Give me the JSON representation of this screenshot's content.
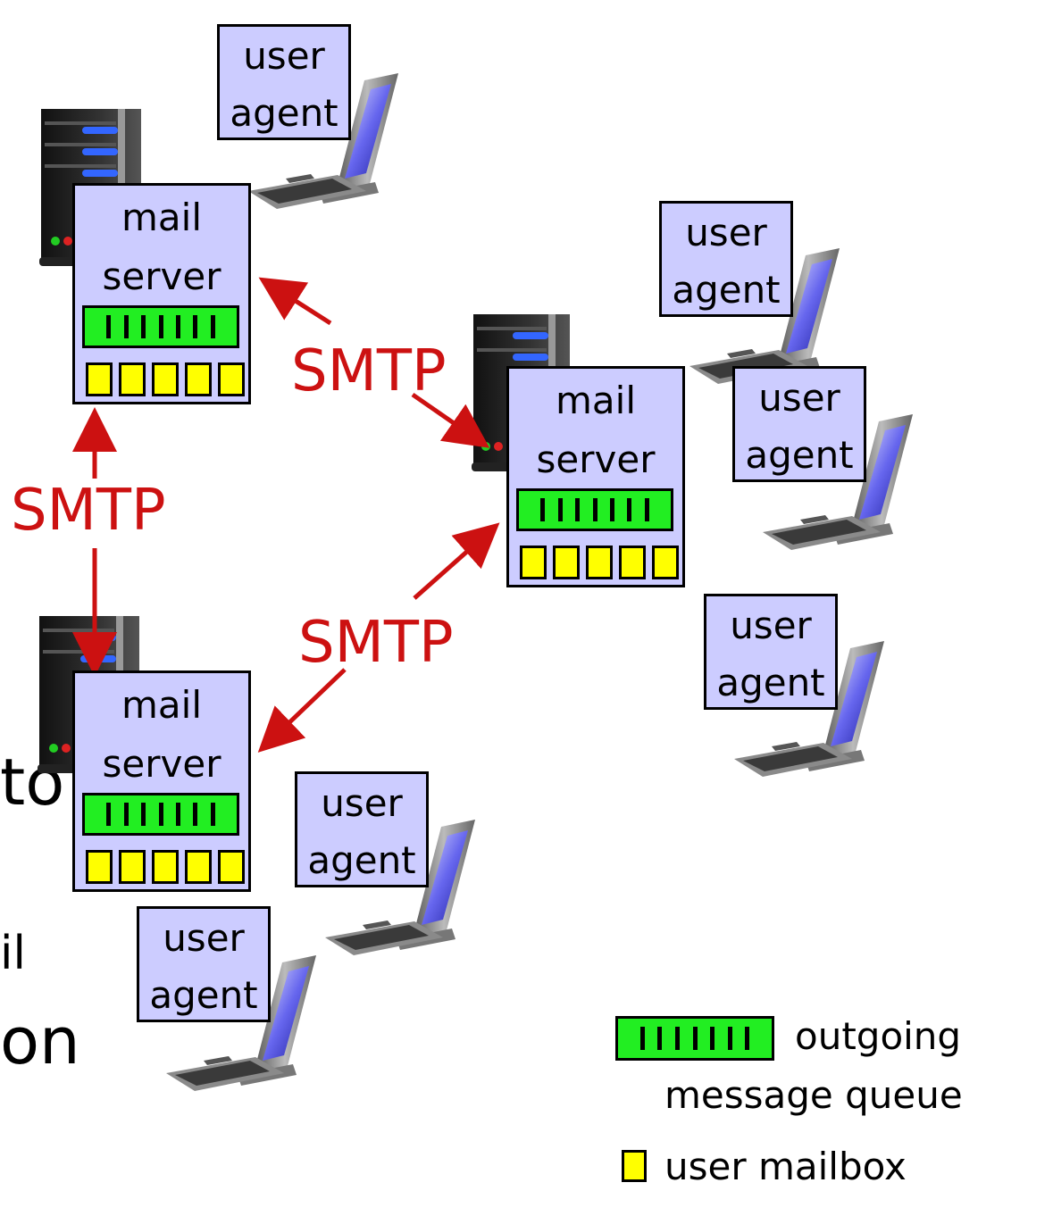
{
  "labels": {
    "user_agent_line1": "user",
    "user_agent_line2": "agent",
    "mail_server_line1": "mail",
    "mail_server_line2": "server",
    "smtp": "SMTP"
  },
  "background_text": {
    "fragment_to": "to",
    "fragment_il": "il",
    "fragment_on": "on"
  },
  "legend": {
    "queue_line1": "outgoing",
    "queue_line2": "message queue",
    "mailbox": "user mailbox"
  },
  "colors": {
    "box_fill": "#ccccff",
    "queue_fill": "#22ee22",
    "mailbox_fill": "#ffff00",
    "smtp_red": "#cc1111"
  },
  "icons": [
    "server-tower-icon",
    "desktop-computer-icon",
    "arrow-icon"
  ]
}
